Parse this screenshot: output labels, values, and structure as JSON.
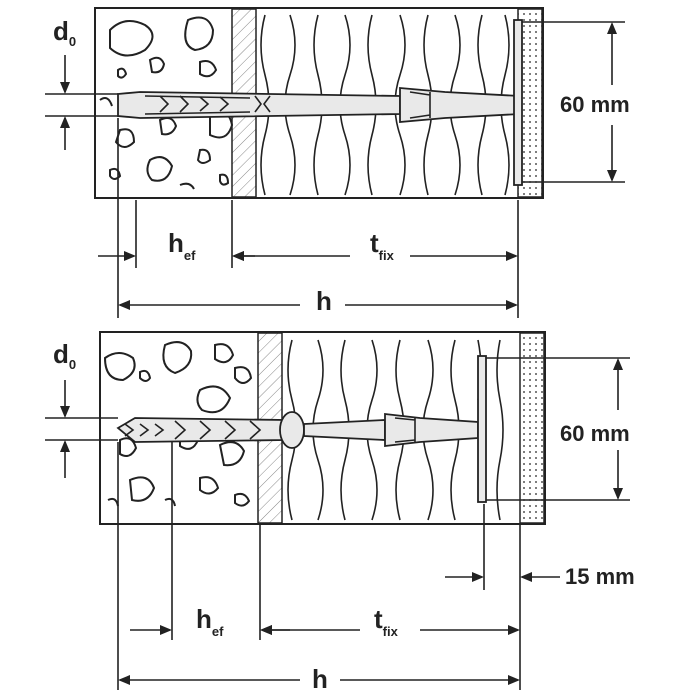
{
  "diagram_top": {
    "d0": {
      "main": "d",
      "sub": "0"
    },
    "hef": {
      "main": "h",
      "sub": "ef"
    },
    "tfix": {
      "main": "t",
      "sub": "fix"
    },
    "h": "h",
    "plate": "60 mm"
  },
  "diagram_bottom": {
    "d0": {
      "main": "d",
      "sub": "0"
    },
    "hef": {
      "main": "h",
      "sub": "ef"
    },
    "tfix": {
      "main": "t",
      "sub": "fix"
    },
    "h": "h",
    "plate": "60 mm",
    "gap": "15 mm"
  }
}
